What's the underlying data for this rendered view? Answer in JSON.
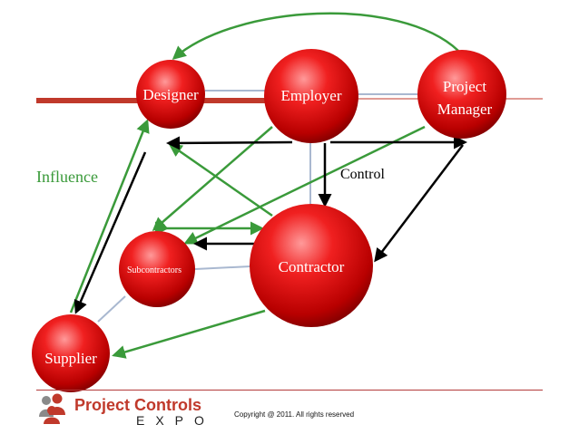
{
  "nodes": {
    "designer": "Designer",
    "employer": "Employer",
    "project_manager_line1": "Project",
    "project_manager_line2": "Manager",
    "subcontractors": "Subcontractors",
    "contractor": "Contractor",
    "supplier": "Supplier"
  },
  "annotations": {
    "influence": "Influence",
    "control": "Control"
  },
  "footer": {
    "logo_top": "Project Controls",
    "logo_bottom": "EXPO",
    "copyright": "Copyright @ 2011. All rights reserved"
  },
  "colors": {
    "node_red": "#e01818",
    "influence_green": "#3a9a3a",
    "control_black": "#000000",
    "accent_red": "#c0392b"
  }
}
